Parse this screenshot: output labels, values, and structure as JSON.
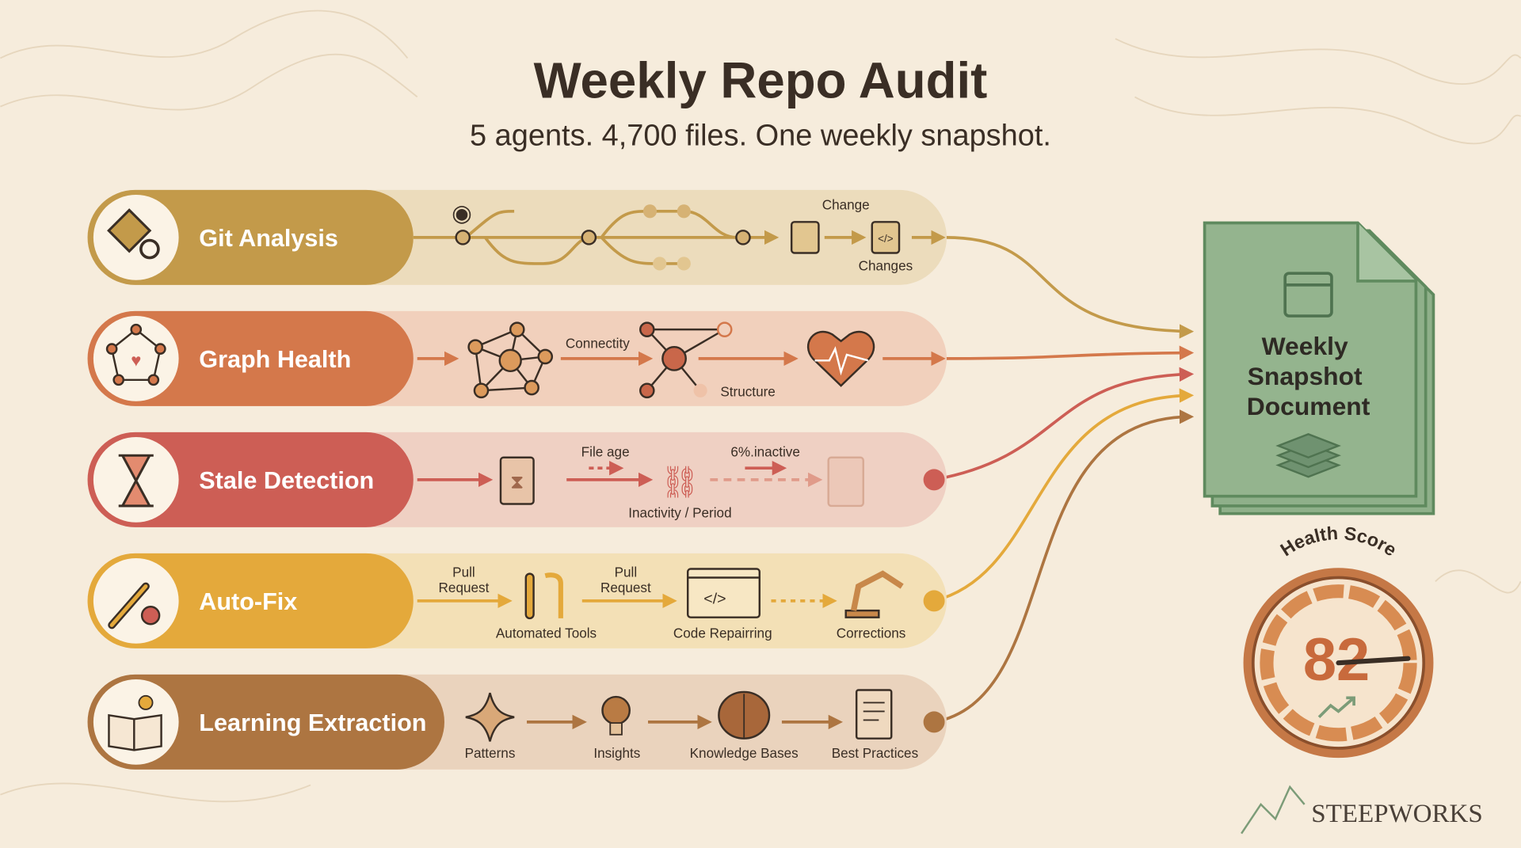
{
  "header": {
    "title": "Weekly Repo Audit",
    "subtitle": "5 agents. 4,700 files. One weekly snapshot."
  },
  "colors": {
    "git": "#c39a4a",
    "graph": "#d4784b",
    "stale": "#cd5e55",
    "autofix": "#e4a93b",
    "learning": "#ad7541",
    "document": "#8fb08a",
    "text": "#3a2e25"
  },
  "rows": [
    {
      "title": "Git Analysis",
      "icon": "git-search-icon",
      "labels": {
        "change": "Change",
        "changes": "Changes"
      }
    },
    {
      "title": "Graph Health",
      "icon": "network-heart-icon",
      "labels": {
        "connectivity": "Connectity",
        "structure": "Structure"
      }
    },
    {
      "title": "Stale Detection",
      "icon": "hourglass-icon",
      "labels": {
        "file_age": "File age",
        "inactive": "6%.inactive",
        "inactivity": "Inactivity / Period"
      }
    },
    {
      "title": "Auto-Fix",
      "icon": "wrench-gear-icon",
      "labels": {
        "pull_request_1": [
          "Pull",
          "Request"
        ],
        "pull_request_2": [
          "Pull",
          "Request"
        ],
        "automated_tools": "Automated Tools",
        "code_repairing": "Code Repairring",
        "corrections": "Corrections"
      }
    },
    {
      "title": "Learning Extraction",
      "icon": "book-lightbulb-icon",
      "labels": {
        "patterns": "Patterns",
        "insights": "Insights",
        "knowledge_bases": "Knowledge Bases",
        "best_practices": "Best Practices"
      }
    }
  ],
  "document": {
    "lines": [
      "Weekly",
      "Snapshot",
      "Document"
    ],
    "icon": "calendar-icon"
  },
  "health": {
    "label": "Health Score",
    "score": "82",
    "value": 82,
    "max": 100
  },
  "brand": {
    "name": "STEEPWORKS"
  }
}
